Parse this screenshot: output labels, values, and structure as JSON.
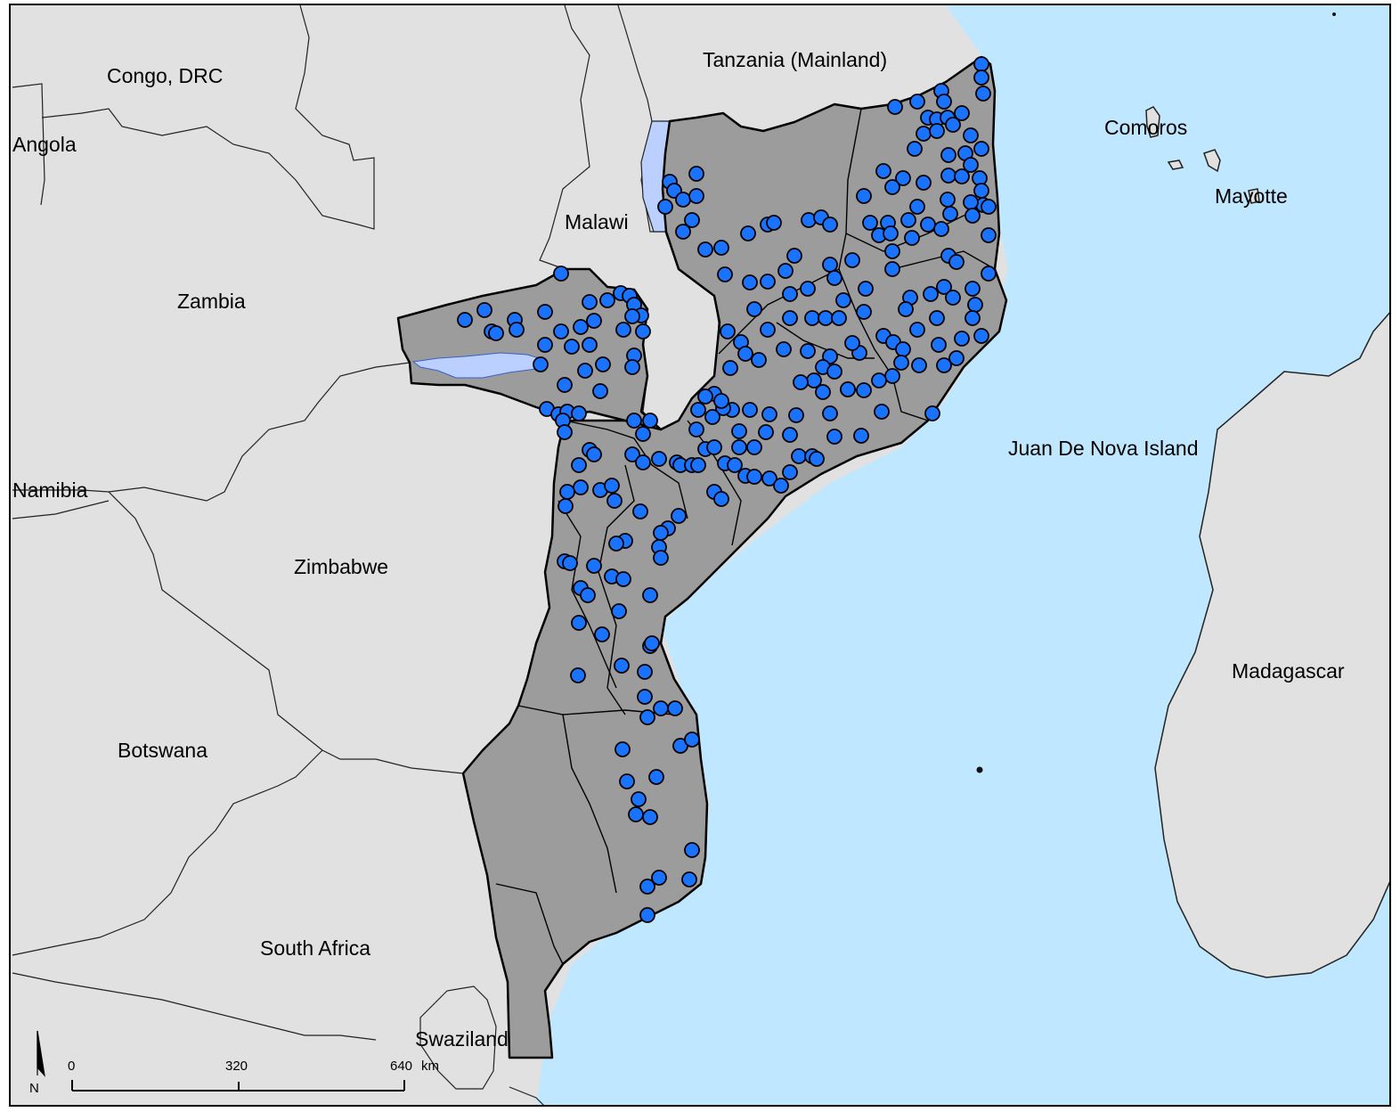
{
  "colors": {
    "ocean": "#bfe7ff",
    "land": "#e1e1e1",
    "mozambique": "#9c9c9c",
    "site": "#1a73ff",
    "lake": "#bcd0ff",
    "border": "#222222"
  },
  "labels": {
    "congo": "Congo, DRC",
    "tanzania": "Tanzania (Mainland)",
    "angola": "Angola",
    "comoros": "Comoros",
    "mayotte": "Mayotte",
    "malawi": "Malawi",
    "zambia": "Zambia",
    "namibia": "Namibia",
    "zimbabwe": "Zimbabwe",
    "juan_de_nova": "Juan De Nova Island",
    "madagascar": "Madagascar",
    "botswana": "Botswana",
    "south_africa": "South Africa",
    "swaziland": "Swaziland"
  },
  "scale_bar": {
    "ticks": [
      "0",
      "320",
      "640"
    ],
    "unit": "km"
  },
  "north_arrow": {
    "letter": "N"
  }
}
